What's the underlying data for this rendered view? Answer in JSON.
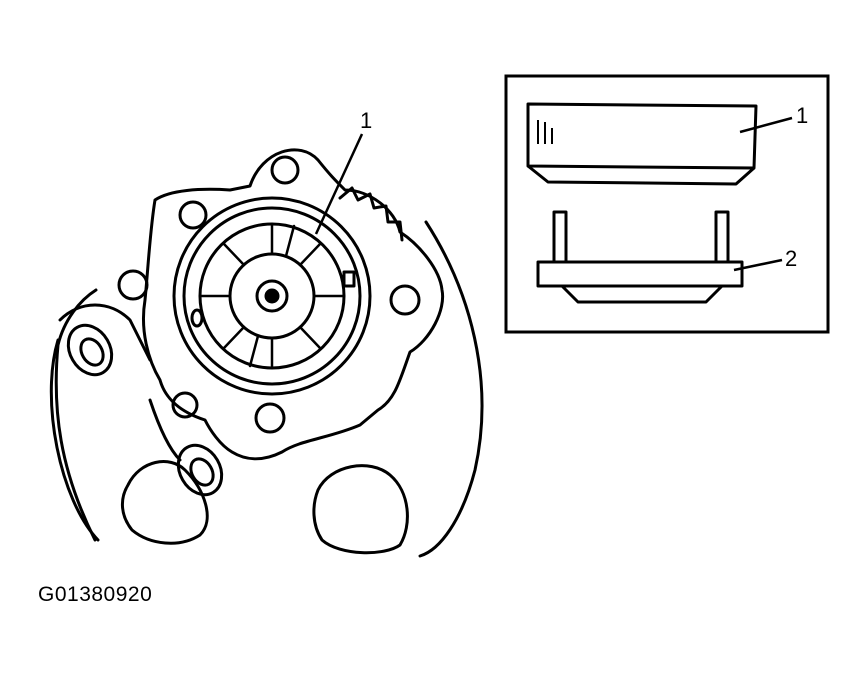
{
  "figure": {
    "code": "G01380920",
    "callouts": {
      "main_part": "1",
      "inset_upper_part": "1",
      "inset_lower_part": "2"
    }
  },
  "colors": {
    "ink": "#000000",
    "paper": "#ffffff"
  }
}
